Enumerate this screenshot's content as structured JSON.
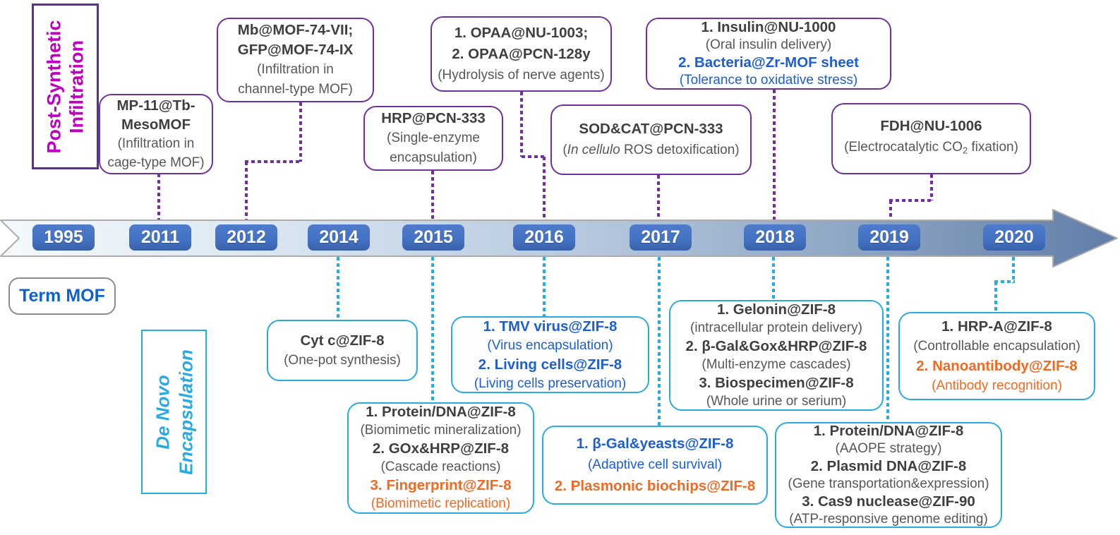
{
  "side_labels": {
    "post_synthetic": {
      "line1": "Post-Synthetic",
      "line2": "Infiltration"
    },
    "de_novo": {
      "line1": "De Novo",
      "line2": "Encapsulation"
    },
    "term_mof": "Term MOF"
  },
  "timeline": {
    "years": [
      "1995",
      "2011",
      "2012",
      "2014",
      "2015",
      "2016",
      "2017",
      "2018",
      "2019",
      "2020"
    ]
  },
  "milestones": {
    "top_2011": {
      "lines": [
        {
          "style": "title",
          "color": "dark",
          "parts": [
            {
              "t": "MP-11@Tb-"
            }
          ]
        },
        {
          "style": "title",
          "color": "dark",
          "parts": [
            {
              "t": "MesoMOF"
            }
          ]
        },
        {
          "style": "sub",
          "color": "dark",
          "parts": [
            {
              "t": "(Infiltration in"
            }
          ]
        },
        {
          "style": "sub",
          "color": "dark",
          "parts": [
            {
              "t": "cage-type MOF)"
            }
          ]
        }
      ]
    },
    "top_2012": {
      "lines": [
        {
          "style": "title",
          "color": "dark",
          "parts": [
            {
              "t": "Mb@MOF-74-VII;"
            }
          ]
        },
        {
          "style": "title",
          "color": "dark",
          "parts": [
            {
              "t": "GFP@MOF-74-IX"
            }
          ]
        },
        {
          "style": "sub",
          "color": "dark",
          "parts": [
            {
              "t": "(Infiltration in"
            }
          ]
        },
        {
          "style": "sub",
          "color": "dark",
          "parts": [
            {
              "t": "channel-type MOF)"
            }
          ]
        }
      ]
    },
    "top_2015": {
      "lines": [
        {
          "style": "title",
          "color": "dark",
          "parts": [
            {
              "t": "HRP@PCN-333"
            }
          ]
        },
        {
          "style": "sub",
          "color": "dark",
          "parts": [
            {
              "t": "(Single-enzyme"
            }
          ]
        },
        {
          "style": "sub",
          "color": "dark",
          "parts": [
            {
              "t": "encapsulation)"
            }
          ]
        }
      ]
    },
    "top_2016": {
      "lines": [
        {
          "style": "title",
          "color": "dark",
          "parts": [
            {
              "t": "1. OPAA@NU-1003;"
            }
          ]
        },
        {
          "style": "title",
          "color": "dark",
          "parts": [
            {
              "t": "2. OPAA@PCN-128y"
            }
          ]
        },
        {
          "style": "sub",
          "color": "dark",
          "parts": [
            {
              "t": "(Hydrolysis of nerve agents)"
            }
          ]
        }
      ]
    },
    "top_2017": {
      "lines": [
        {
          "style": "title",
          "color": "dark",
          "parts": [
            {
              "t": "SOD&CAT@PCN-333"
            }
          ]
        },
        {
          "style": "sub",
          "color": "dark",
          "parts": [
            {
              "t": "("
            },
            {
              "t": "In cellulo",
              "i": true
            },
            {
              "t": " ROS detoxification)"
            }
          ]
        }
      ]
    },
    "top_2018": {
      "lines": [
        {
          "style": "title",
          "color": "dark",
          "parts": [
            {
              "t": "1. Insulin@NU-1000"
            }
          ]
        },
        {
          "style": "sub",
          "color": "dark",
          "parts": [
            {
              "t": "(Oral insulin delivery)"
            }
          ]
        },
        {
          "style": "title",
          "color": "blue",
          "parts": [
            {
              "t": "2. Bacteria@Zr-MOF sheet"
            }
          ]
        },
        {
          "style": "sub",
          "color": "blue",
          "parts": [
            {
              "t": "(Tolerance to oxidative stress)"
            }
          ]
        }
      ]
    },
    "top_2019": {
      "lines": [
        {
          "style": "title",
          "color": "dark",
          "parts": [
            {
              "t": "FDH@NU-1006"
            }
          ]
        },
        {
          "style": "sub",
          "color": "dark",
          "parts": [
            {
              "t": "(Electrocatalytic CO"
            },
            {
              "t": "2",
              "s": true
            },
            {
              "t": " fixation)"
            }
          ]
        }
      ]
    },
    "bottom_2014": {
      "lines": [
        {
          "style": "title",
          "color": "dark",
          "parts": [
            {
              "t": "Cyt c@ZIF-8"
            }
          ]
        },
        {
          "style": "sub",
          "color": "dark",
          "parts": [
            {
              "t": "(One-pot synthesis)"
            }
          ]
        }
      ]
    },
    "bottom_2015": {
      "lines": [
        {
          "style": "title",
          "color": "dark",
          "parts": [
            {
              "t": "1. Protein/DNA@ZIF-8"
            }
          ]
        },
        {
          "style": "sub",
          "color": "dark",
          "parts": [
            {
              "t": "(Biomimetic mineralization)"
            }
          ]
        },
        {
          "style": "title",
          "color": "dark",
          "parts": [
            {
              "t": "2. GOx&HRP@ZIF-8"
            }
          ]
        },
        {
          "style": "sub",
          "color": "dark",
          "parts": [
            {
              "t": "(Cascade reactions)"
            }
          ]
        },
        {
          "style": "title",
          "color": "orange",
          "parts": [
            {
              "t": "3. Fingerprint@ZIF-8"
            }
          ]
        },
        {
          "style": "sub",
          "color": "orange",
          "parts": [
            {
              "t": "(Biomimetic replication)"
            }
          ]
        }
      ]
    },
    "bottom_2016": {
      "lines": [
        {
          "style": "title",
          "color": "blue",
          "parts": [
            {
              "t": "1. TMV virus@ZIF-8"
            }
          ]
        },
        {
          "style": "sub",
          "color": "blue",
          "parts": [
            {
              "t": "(Virus encapsulation)"
            }
          ]
        },
        {
          "style": "title",
          "color": "blue",
          "parts": [
            {
              "t": "2. Living cells@ZIF-8"
            }
          ]
        },
        {
          "style": "sub",
          "color": "blue",
          "parts": [
            {
              "t": "(Living cells preservation)"
            }
          ]
        }
      ]
    },
    "bottom_2017": {
      "lines": [
        {
          "style": "title",
          "color": "blue",
          "parts": [
            {
              "t": "1. β-Gal&yeasts@ZIF-8"
            }
          ]
        },
        {
          "style": "sub",
          "color": "blue",
          "parts": [
            {
              "t": "(Adaptive cell survival)"
            }
          ]
        },
        {
          "style": "title",
          "color": "orange",
          "parts": [
            {
              "t": "2. Plasmonic biochips@ZIF-8"
            }
          ]
        }
      ]
    },
    "bottom_2018": {
      "lines": [
        {
          "style": "title",
          "color": "dark",
          "parts": [
            {
              "t": "1. Gelonin@ZIF-8"
            }
          ]
        },
        {
          "style": "sub",
          "color": "dark",
          "parts": [
            {
              "t": "(intracellular protein delivery)"
            }
          ]
        },
        {
          "style": "title",
          "color": "dark",
          "parts": [
            {
              "t": "2. β-Gal&Gox&HRP@ZIF-8"
            }
          ]
        },
        {
          "style": "sub",
          "color": "dark",
          "parts": [
            {
              "t": "(Multi-enzyme cascades)"
            }
          ]
        },
        {
          "style": "title",
          "color": "dark",
          "parts": [
            {
              "t": "3. Biospecimen@ZIF-8"
            }
          ]
        },
        {
          "style": "sub",
          "color": "dark",
          "parts": [
            {
              "t": "(Whole urine or serium)"
            }
          ]
        }
      ]
    },
    "bottom_2019": {
      "lines": [
        {
          "style": "title",
          "color": "dark",
          "parts": [
            {
              "t": "1. Protein/DNA@ZIF-8"
            }
          ]
        },
        {
          "style": "sub",
          "color": "dark",
          "parts": [
            {
              "t": "(AAOPE strategy)"
            }
          ]
        },
        {
          "style": "title",
          "color": "dark",
          "parts": [
            {
              "t": "2. Plasmid DNA@ZIF-8"
            }
          ]
        },
        {
          "style": "sub",
          "color": "dark",
          "parts": [
            {
              "t": "(Gene transportation&expression)"
            }
          ]
        },
        {
          "style": "title",
          "color": "dark",
          "parts": [
            {
              "t": "3. Cas9 nuclease@ZIF-90"
            }
          ]
        },
        {
          "style": "sub",
          "color": "dark",
          "parts": [
            {
              "t": "(ATP-responsive genome editing)"
            }
          ]
        }
      ]
    },
    "bottom_2020": {
      "lines": [
        {
          "style": "title",
          "color": "dark",
          "parts": [
            {
              "t": "1. HRP-A@ZIF-8"
            }
          ]
        },
        {
          "style": "sub",
          "color": "dark",
          "parts": [
            {
              "t": "(Controllable encapsulation)"
            }
          ]
        },
        {
          "style": "title",
          "color": "orange",
          "parts": [
            {
              "t": "2. Nanoantibody@ZIF-8"
            }
          ]
        },
        {
          "style": "sub",
          "color": "orange",
          "parts": [
            {
              "t": "(Antibody recognition)"
            }
          ]
        }
      ]
    }
  },
  "theme": {
    "purple_border": "#7030A0",
    "purple_label_border": "#5B2E91",
    "magenta_text": "#BF00BF",
    "cyan": "#29ABE2",
    "blue_text": "#1C5ED6",
    "term_mof_blue": "#0F63C8",
    "orange_text": "#F26A21",
    "dark_text": "#3F3F3F",
    "gray_text": "#575757",
    "year_badge_blue": "#4472C4"
  }
}
